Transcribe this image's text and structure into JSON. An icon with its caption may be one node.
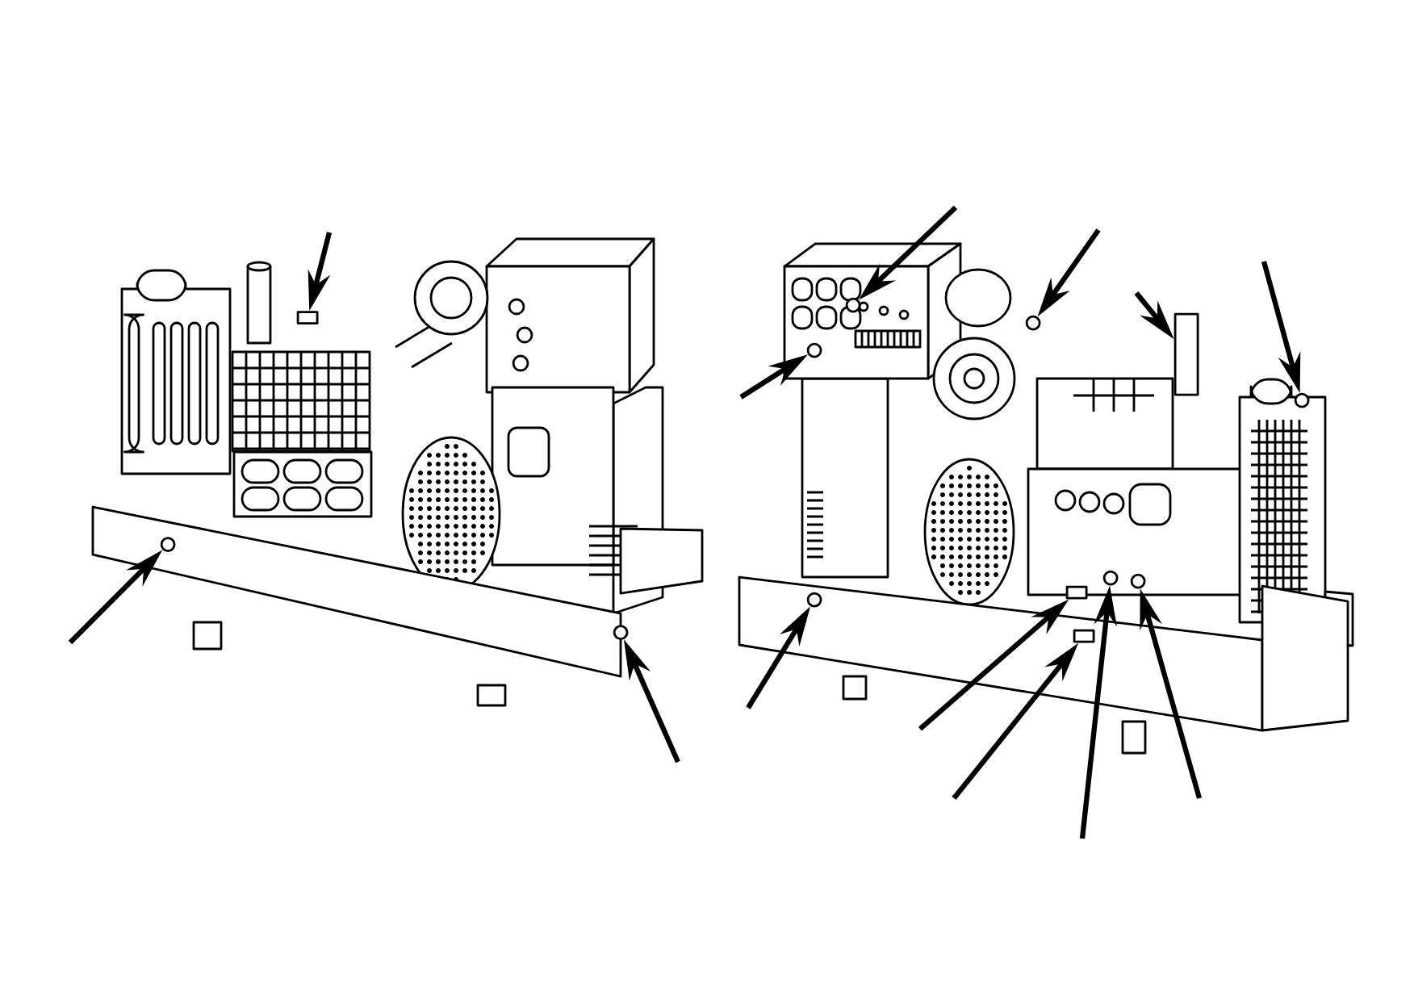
{
  "diagram": {
    "nodes": [
      {
        "text": [],
        "shape": "picture"
      },
      {
        "text": [],
        "shape": "picture"
      },
      {
        "text": [],
        "shape": "box",
        "in": 0
      },
      {
        "text": [],
        "shape": "circle",
        "in": 0
      },
      {
        "text": [],
        "shape": "circle",
        "in": 0
      },
      {
        "text": [],
        "shape": "circle",
        "in": 1
      },
      {
        "text": [],
        "shape": "circle",
        "in": 1
      },
      {
        "text": [],
        "shape": "cylinder",
        "in": 1
      },
      {
        "text": [],
        "shape": "circle",
        "in": 1
      },
      {
        "text": [],
        "shape": "circle",
        "in": 1
      },
      {
        "text": [],
        "shape": "circle",
        "in": 1
      },
      {
        "text": [],
        "shape": "box",
        "in": 1
      },
      {
        "text": [],
        "shape": "box",
        "in": 1
      },
      {
        "text": [],
        "shape": "circle",
        "in": 1
      },
      {
        "text": [],
        "shape": "circle",
        "in": 1
      }
    ],
    "edges": [
      {
        "from": null,
        "to": 2,
        "arrow": "to"
      },
      {
        "from": null,
        "to": 3,
        "arrow": "to"
      },
      {
        "from": null,
        "to": 4,
        "arrow": "to"
      },
      {
        "from": null,
        "to": 5,
        "arrow": "to"
      },
      {
        "from": null,
        "to": 6,
        "arrow": "to"
      },
      {
        "from": null,
        "to": 7,
        "arrow": "to"
      },
      {
        "from": null,
        "to": 8,
        "arrow": "to"
      },
      {
        "from": null,
        "to": 9,
        "arrow": "to"
      },
      {
        "from": null,
        "to": 10,
        "arrow": "to"
      },
      {
        "from": null,
        "to": 11,
        "arrow": "to"
      },
      {
        "from": null,
        "to": 12,
        "arrow": "to"
      },
      {
        "from": null,
        "to": 13,
        "arrow": "to"
      },
      {
        "from": null,
        "to": 14,
        "arrow": "to"
      }
    ]
  }
}
